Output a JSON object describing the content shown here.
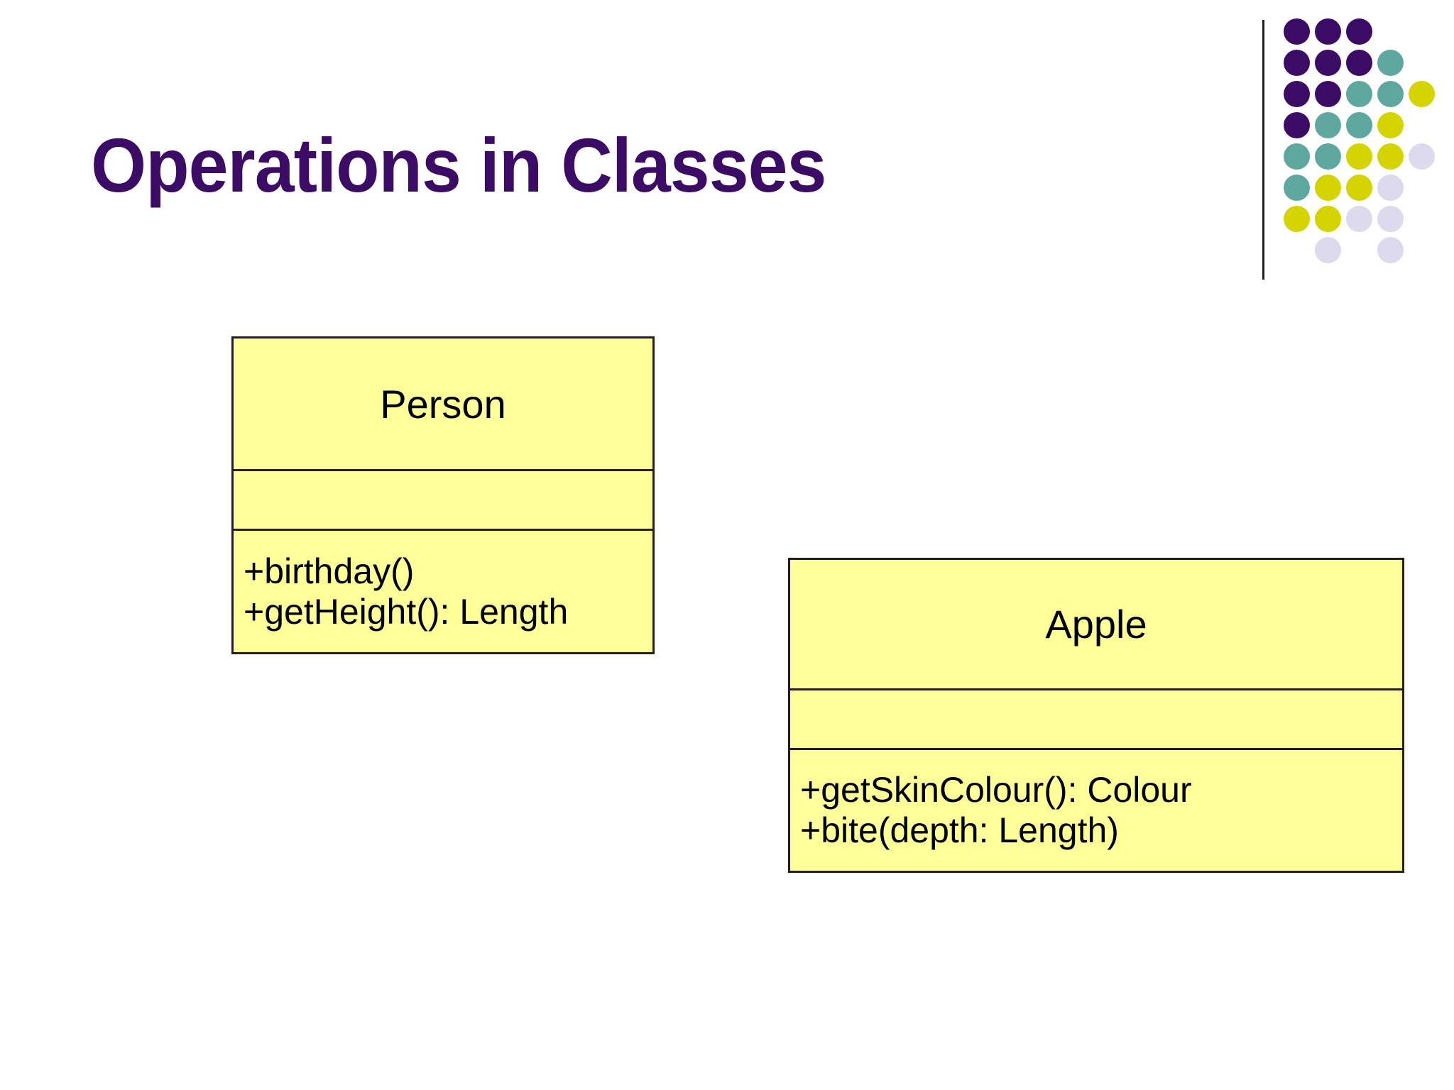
{
  "slide": {
    "title": "Operations in Classes",
    "background_color": "#ffffff",
    "title_color": "#3b0b66"
  },
  "logo": {
    "name": "dot-grid-logo",
    "rule_color": "#231f20",
    "colors": {
      "purple": "#3b0b66",
      "teal": "#5ea79f",
      "yellow": "#d6d400",
      "lavender": "#dcdaec"
    },
    "rows": [
      [
        "purple",
        "purple",
        "purple",
        "empty",
        "empty"
      ],
      [
        "purple",
        "purple",
        "purple",
        "teal",
        "empty"
      ],
      [
        "purple",
        "purple",
        "teal",
        "teal",
        "yellow"
      ],
      [
        "purple",
        "teal",
        "teal",
        "yellow",
        "empty"
      ],
      [
        "teal",
        "teal",
        "yellow",
        "yellow",
        "lavender"
      ],
      [
        "teal",
        "yellow",
        "yellow",
        "lavender",
        "empty"
      ],
      [
        "yellow",
        "yellow",
        "lavender",
        "lavender",
        "empty"
      ],
      [
        "empty",
        "lavender",
        "empty",
        "lavender",
        "empty"
      ]
    ]
  },
  "diagram": {
    "type": "uml-class-diagram",
    "fill_color": "#ffff99",
    "border_color": "#231f20",
    "classes": [
      {
        "name": "Person",
        "attributes": [],
        "operations": [
          "+birthday()",
          "+getHeight(): Length"
        ]
      },
      {
        "name": "Apple",
        "attributes": [],
        "operations": [
          "+getSkinColour(): Colour",
          "+bite(depth: Length)"
        ]
      }
    ]
  }
}
